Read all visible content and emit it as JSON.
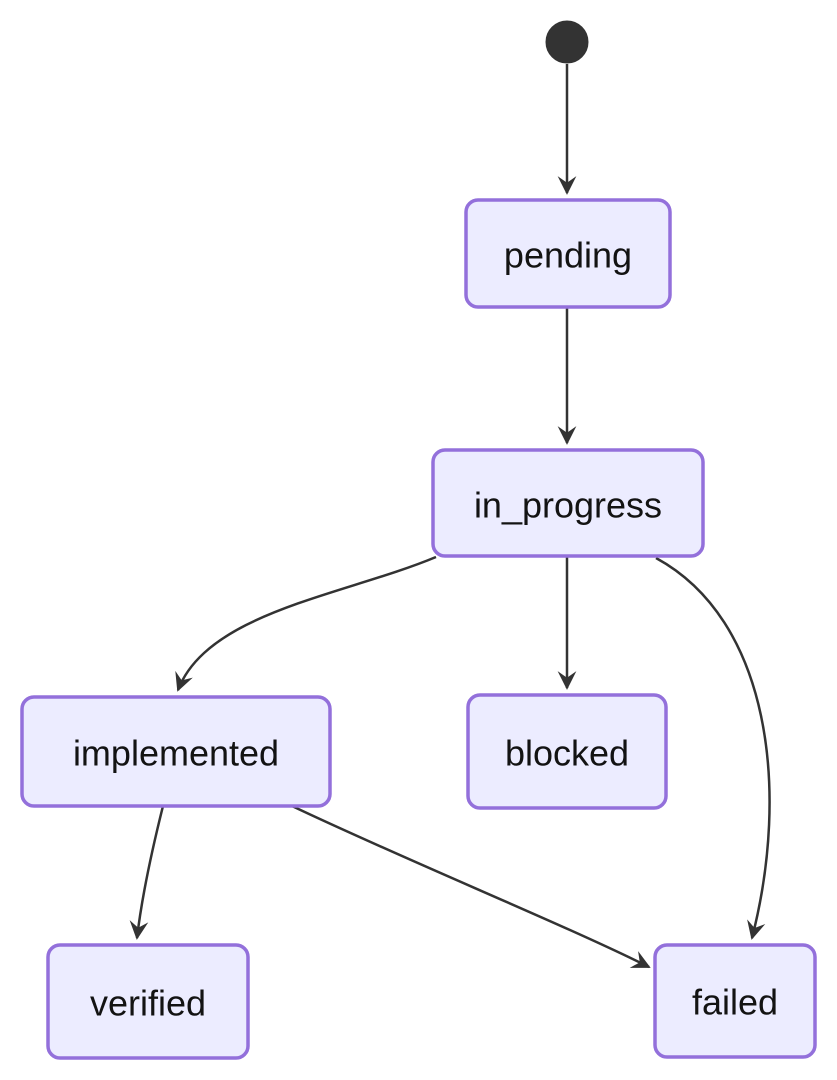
{
  "diagram": {
    "kind": "state-diagram",
    "colors": {
      "node_fill": "#ECECFF",
      "node_border": "#9370DB",
      "edge": "#333333",
      "text": "#131313",
      "start_node": "#333333",
      "background": "#ffffff"
    },
    "nodes": [
      {
        "id": "pending",
        "label": "pending"
      },
      {
        "id": "in_progress",
        "label": "in_progress"
      },
      {
        "id": "implemented",
        "label": "implemented"
      },
      {
        "id": "blocked",
        "label": "blocked"
      },
      {
        "id": "verified",
        "label": "verified"
      },
      {
        "id": "failed",
        "label": "failed"
      }
    ],
    "edges": [
      {
        "from": "start",
        "to": "pending"
      },
      {
        "from": "pending",
        "to": "in_progress"
      },
      {
        "from": "in_progress",
        "to": "implemented"
      },
      {
        "from": "in_progress",
        "to": "blocked"
      },
      {
        "from": "in_progress",
        "to": "failed"
      },
      {
        "from": "implemented",
        "to": "verified"
      },
      {
        "from": "implemented",
        "to": "failed"
      }
    ]
  }
}
